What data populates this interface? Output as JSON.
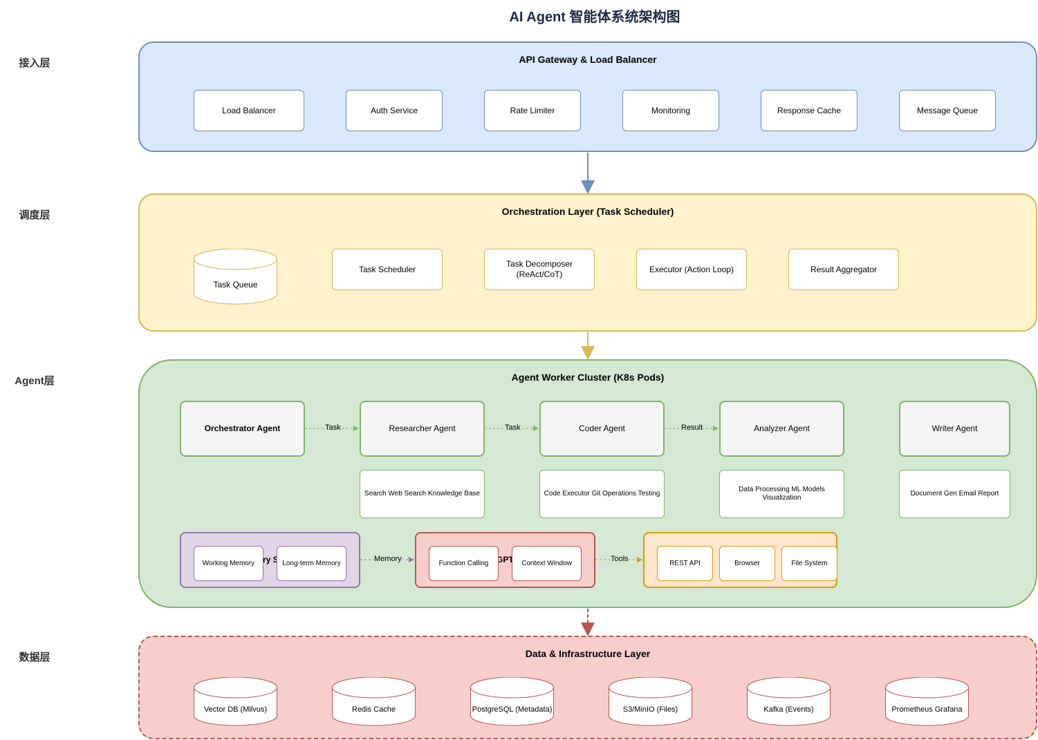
{
  "title": "AI Agent 智能体系统架构图",
  "side_labels": {
    "access": "接入层",
    "schedule": "调度层",
    "agent": "Agent层",
    "data": "数据层"
  },
  "gateway": {
    "title": "API Gateway & Load Balancer",
    "items": [
      "Load Balancer",
      "Auth Service",
      "Rate Limiter",
      "Monitoring",
      "Response Cache",
      "Message Queue"
    ]
  },
  "orchestration": {
    "title": "Orchestration Layer (Task Scheduler)",
    "task_queue": "Task Queue",
    "task_scheduler": "Task Scheduler",
    "task_decomposer_line1": "Task Decomposer",
    "task_decomposer_line2": "(ReAct/CoT)",
    "executor": "Executor (Action Loop)",
    "result_aggregator": "Result Aggregator"
  },
  "agent_cluster": {
    "title": "Agent Worker Cluster (K8s Pods)",
    "agents": {
      "orchestrator": "Orchestrator Agent",
      "researcher": "Researcher Agent",
      "coder": "Coder Agent",
      "analyzer": "Analyzer Agent",
      "writer": "Writer Agent"
    },
    "tools": {
      "researcher": "Search Web Search Knowledge Base",
      "coder": "Code Executor Git Operations Testing",
      "analyzer_line1": "Data Processing ML Models",
      "analyzer_line2": "Visualization",
      "writer": "Document Gen Email Report"
    },
    "edge_labels": {
      "task1": "Task",
      "task2": "Task",
      "result": "Result",
      "memory": "Memory",
      "tools": "Tools"
    },
    "memory_group": {
      "hidden_title": "ry S",
      "working": "Working Memory",
      "long_term": "Long-term Memory"
    },
    "llm_group": {
      "hidden_title": "GPT",
      "function_calling": "Function Calling",
      "context_window": "Context Window"
    },
    "tools_group": {
      "rest_api": "REST API",
      "browser": "Browser",
      "file_system": "File System"
    }
  },
  "data_layer": {
    "title": "Data & Infrastructure Layer",
    "stores": [
      "Vector DB (Milvus)",
      "Redis Cache",
      "PostgreSQL (Metadata)",
      "S3/MinIO (Files)",
      "Kafka (Events)",
      "Prometheus Grafana"
    ]
  },
  "colors": {
    "gateway_fill": "#dae8fc",
    "gateway_stroke": "#6c8ebf",
    "orch_fill": "#fff2cc",
    "orch_stroke": "#d6b656",
    "agent_fill": "#d5e8d4",
    "agent_stroke": "#82b366",
    "memory_fill": "#e1d5e7",
    "memory_stroke": "#9673a6",
    "llm_fill": "#f8cecc",
    "llm_stroke": "#b85450",
    "tools_fill": "#ffe6cc",
    "tools_stroke": "#d79b00",
    "data_fill": "#f8cecc",
    "data_stroke": "#b85450"
  }
}
